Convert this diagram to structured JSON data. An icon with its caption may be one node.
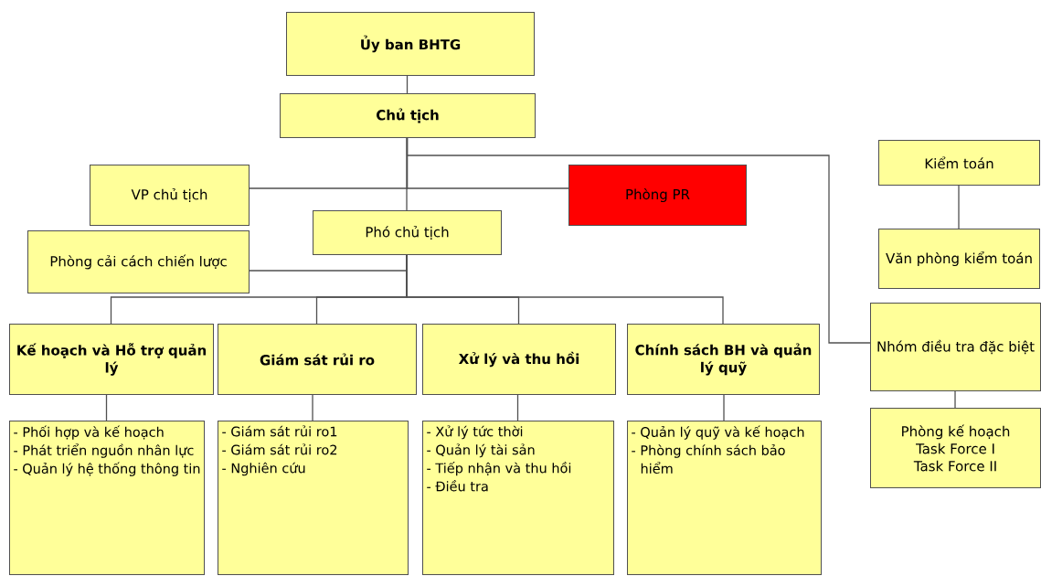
{
  "diagram": {
    "nodes": [
      {
        "text": [
          "Ủy ban BHTG"
        ]
      },
      {
        "text": [
          "Chủ tịch"
        ]
      },
      {
        "text": [
          "VP chủ tịch"
        ]
      },
      {
        "text": [
          "Phòng PR"
        ]
      },
      {
        "text": [
          "Phó chủ tịch"
        ]
      },
      {
        "text": [
          "Phòng cải cách chiến lược"
        ]
      },
      {
        "text": [
          "Kế hoạch và Hỗ trợ quản lý"
        ]
      },
      {
        "text": [
          "Giám sát rủi ro"
        ]
      },
      {
        "text": [
          "Xử lý và thu hồi"
        ]
      },
      {
        "text": [
          "Chính sách BH và quản lý quỹ"
        ]
      },
      {
        "text": [
          "- Phối hợp và kế hoạch",
          "- Phát triển nguồn nhân lực",
          "- Quản lý hệ thống thông tin"
        ]
      },
      {
        "text": [
          "- Giám sát rủi ro1",
          "- Giám sát rủi ro2",
          "- Nghiên cứu"
        ]
      },
      {
        "text": [
          "- Xử lý tức thời",
          "- Quản lý tài sản",
          "- Tiếp nhận và thu hồi",
          "- Điều tra"
        ]
      },
      {
        "text": [
          "- Quản lý quỹ và kế hoạch",
          "- Phòng chính sách bảo hiểm"
        ]
      },
      {
        "text": [
          "Kiểm toán"
        ]
      },
      {
        "text": [
          "Văn phòng kiểm toán"
        ]
      },
      {
        "text": [
          "Nhóm điều tra đặc biệt"
        ]
      },
      {
        "text": [
          "Phòng kế hoạch",
          "Task Force I",
          "Task Force II"
        ]
      }
    ],
    "edges": [
      {
        "from": 0,
        "to": 1,
        "arrow": "none"
      },
      {
        "from": 1,
        "to": 4,
        "arrow": "none"
      },
      {
        "from": 1,
        "to": 2,
        "arrow": "none"
      },
      {
        "from": 1,
        "to": 3,
        "arrow": "none"
      },
      {
        "from": 1,
        "to": 16,
        "arrow": "none"
      },
      {
        "from": 4,
        "to": 5,
        "arrow": "none"
      },
      {
        "from": 4,
        "to": 6,
        "arrow": "none"
      },
      {
        "from": 4,
        "to": 7,
        "arrow": "none"
      },
      {
        "from": 4,
        "to": 8,
        "arrow": "none"
      },
      {
        "from": 4,
        "to": 9,
        "arrow": "none"
      },
      {
        "from": 6,
        "to": 10,
        "arrow": "none"
      },
      {
        "from": 7,
        "to": 11,
        "arrow": "none"
      },
      {
        "from": 8,
        "to": 12,
        "arrow": "none"
      },
      {
        "from": 9,
        "to": 13,
        "arrow": "none"
      },
      {
        "from": 14,
        "to": 15,
        "arrow": "none"
      },
      {
        "from": 16,
        "to": 17,
        "arrow": "none"
      }
    ]
  }
}
